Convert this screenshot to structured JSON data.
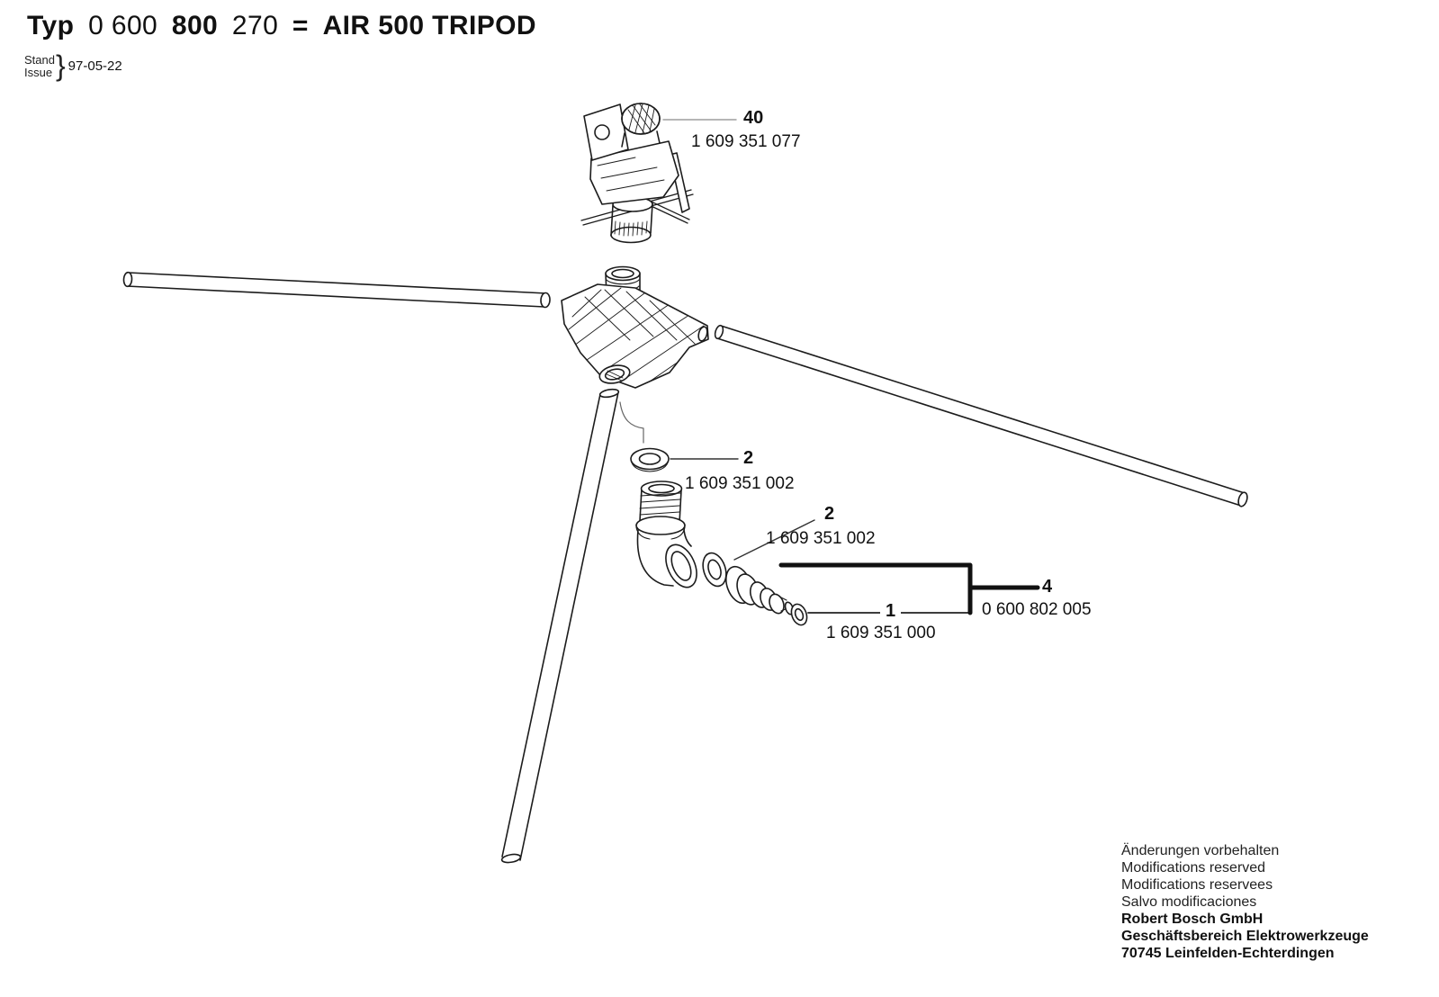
{
  "header": {
    "typ_label": "Typ",
    "type_number_a": "0 600",
    "type_number_b": "800",
    "type_number_c": "270",
    "equals_sign": "=",
    "model_name": "AIR 500 TRIPOD",
    "stand_label": "Stand",
    "issue_label": "Issue",
    "brace": "}",
    "issue_date": "97-05-22"
  },
  "callouts": {
    "head_assembly": {
      "ref": "40",
      "part_number": "1 609 351 077"
    },
    "washer_upper": {
      "ref": "2",
      "part_number": "1 609 351 002"
    },
    "washer_lower": {
      "ref": "2",
      "part_number": "1 609 351 002"
    },
    "hose_connector": {
      "ref": "1",
      "part_number": "1 609 351 000"
    },
    "connector_set": {
      "ref": "4",
      "part_number": "0 600 802 005"
    }
  },
  "footer": {
    "notes": [
      "Änderungen vorbehalten",
      "Modifications reserved",
      "Modifications reservees",
      "Salvo modificaciones"
    ],
    "company": [
      "Robert Bosch GmbH",
      "Geschäftsbereich Elektrowerkzeuge",
      "70745 Leinfelden-Echterdingen"
    ]
  }
}
